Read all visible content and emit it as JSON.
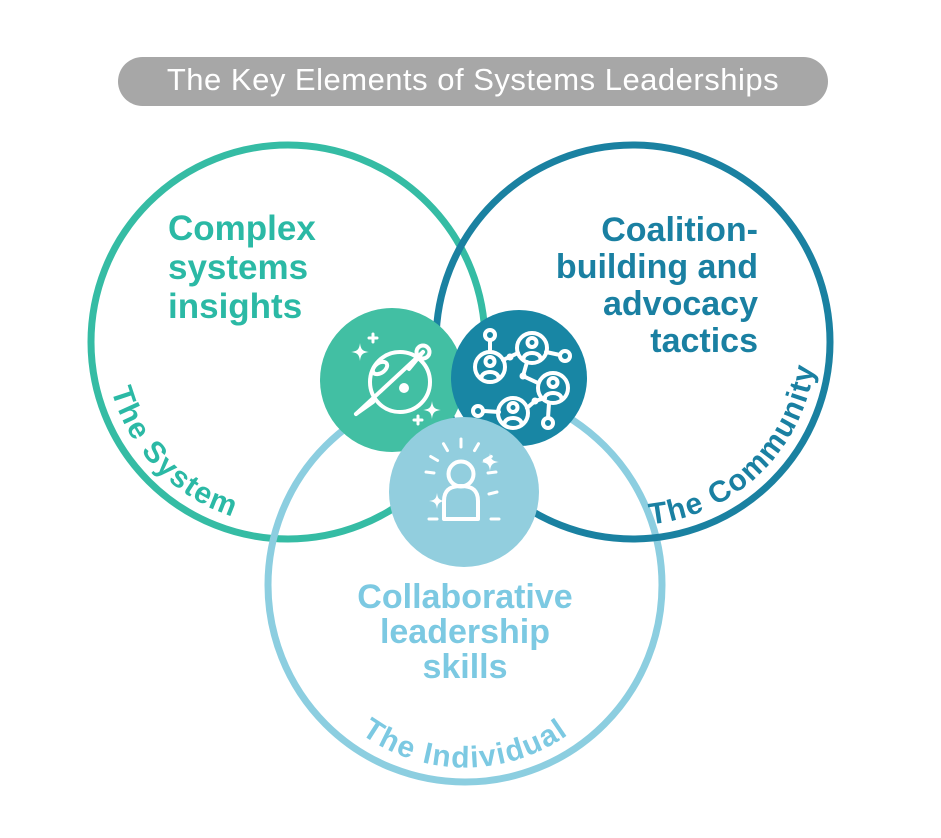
{
  "title": {
    "text": "The Key Elements of Systems Leaderships",
    "bg_color": "#a7a7a7",
    "text_color": "#ffffff"
  },
  "venn": {
    "system": {
      "ring_label": "The System",
      "lines": [
        "Complex",
        "systems",
        "insights"
      ],
      "color": "#35bca4",
      "text_color": "#2bb9a5"
    },
    "community": {
      "ring_label": "The Community",
      "lines": [
        "Coalition-",
        "building and",
        "advocacy",
        "tactics"
      ],
      "color": "#1a81a1",
      "text_color": "#1a80a2"
    },
    "individual": {
      "ring_label": "The Individual",
      "lines": [
        "Collaborative",
        "leadership",
        "skills"
      ],
      "color": "#8ccee0",
      "text_color": "#7cc9e2"
    },
    "center_icons": {
      "planet": {
        "name": "planet-icon",
        "bg": "#42bfa3"
      },
      "network": {
        "name": "network-icon",
        "bg": "#1886a4"
      },
      "person": {
        "name": "person-icon",
        "bg": "#92cede"
      }
    }
  }
}
